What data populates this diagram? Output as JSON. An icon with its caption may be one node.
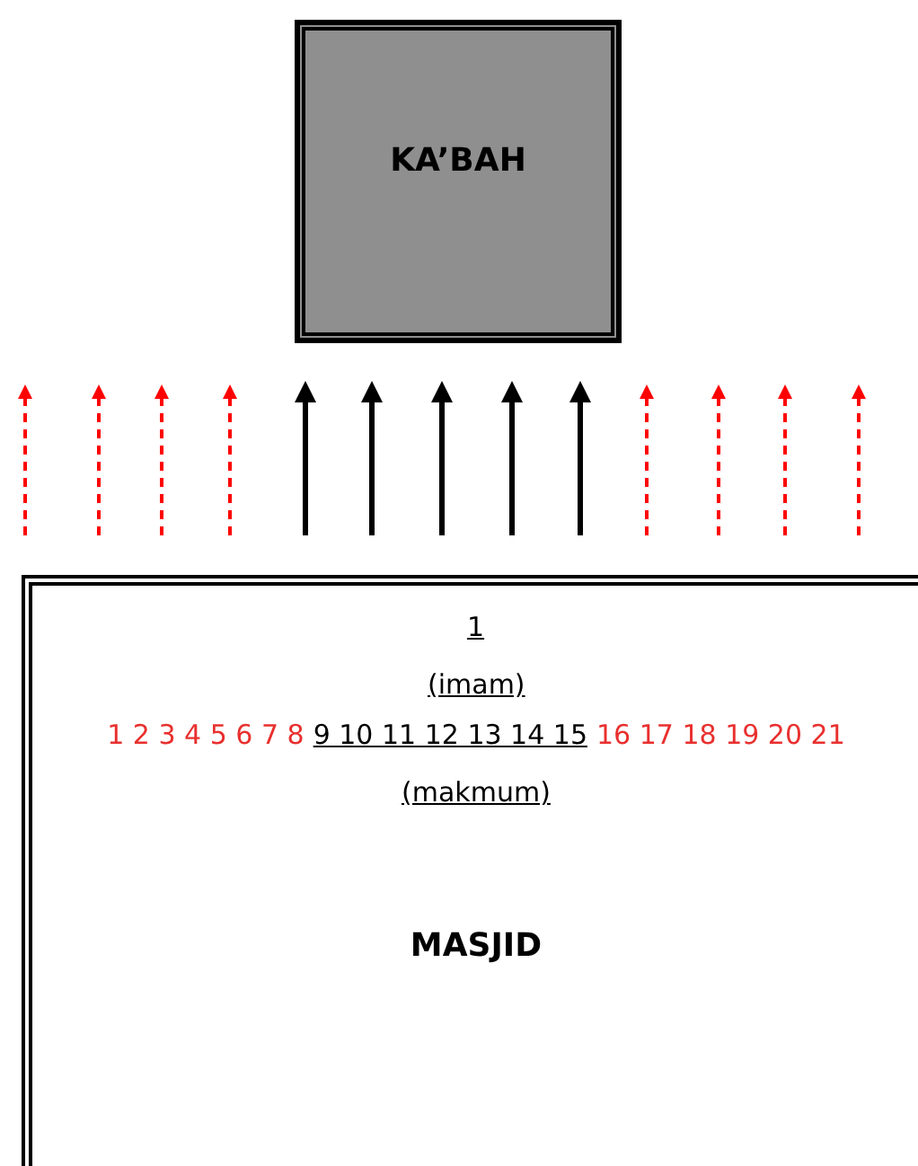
{
  "diagram": {
    "nodes": [
      {
        "text": [
          "KA’BAH"
        ]
      },
      {
        "text": [
          "MASJID"
        ]
      }
    ],
    "edges": [],
    "labels": [
      "1",
      "(imam)",
      "1 2 3 4 5 6 7 8",
      "9 10 11 12 13 14 15",
      "16 17 18 19 20 21",
      "(makmum)"
    ]
  }
}
